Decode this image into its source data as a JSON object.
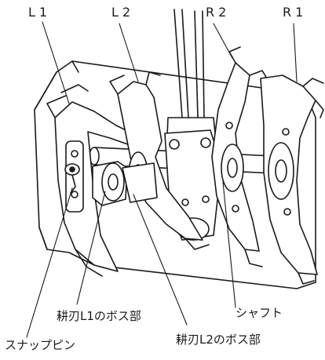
{
  "labels": {
    "l1": "L1",
    "l2": "L2",
    "r2": "R2",
    "r1": "R1",
    "shaft": "シャフト",
    "boss_l1": "耕刃L1のボス部",
    "snap_pin": "スナップピン",
    "boss_l2": "耕刃L2のボス部"
  },
  "colors": {
    "line": "#1a1a1a",
    "fill": "#ffffff",
    "shade": "#d9d9d9"
  }
}
